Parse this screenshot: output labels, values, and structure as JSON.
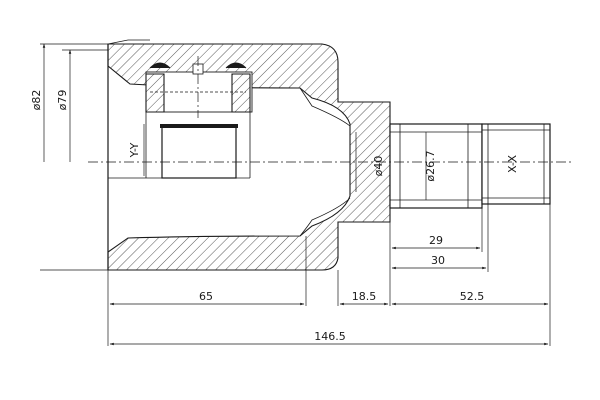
{
  "diagram": {
    "diameters": {
      "d82": "ø82",
      "d79": "ø79",
      "d40": "ø40",
      "d26_7": "ø26.7"
    },
    "axes": {
      "y_axis": "Y-Y",
      "x_axis": "X-X"
    },
    "lengths": {
      "l65": "65",
      "l18_5": "18.5",
      "l52_5": "52.5",
      "l146_5": "146.5",
      "l29": "29",
      "l30": "30"
    }
  }
}
